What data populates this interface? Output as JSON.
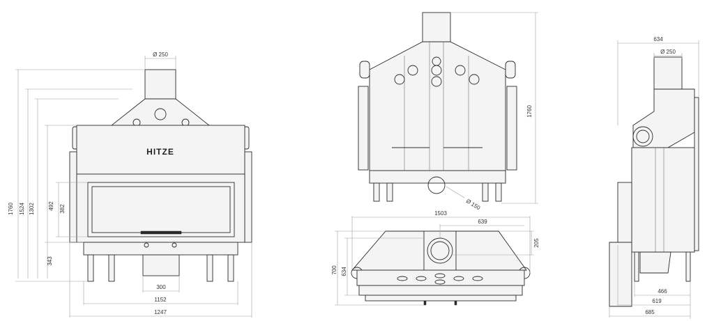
{
  "brand": "HITZE",
  "front_view": {
    "pipe_diameter": "Ø 250",
    "height_total": "1760",
    "height_1": "1524",
    "height_2": "1302",
    "height_3": "492",
    "height_4": "382",
    "height_5": "343",
    "width_inner": "300",
    "width_mid": "1152",
    "width_total": "1247"
  },
  "back_view": {
    "height_total": "1760",
    "outlet_diameter": "Ø 150"
  },
  "top_view": {
    "width_total": "1503",
    "offset": "639",
    "pipe_offset": "205",
    "depth_total": "700",
    "depth_inner": "634"
  },
  "side_view": {
    "top_width": "634",
    "pipe_diameter": "Ø 250",
    "depth_1": "466",
    "depth_2": "619",
    "depth_3": "685"
  }
}
